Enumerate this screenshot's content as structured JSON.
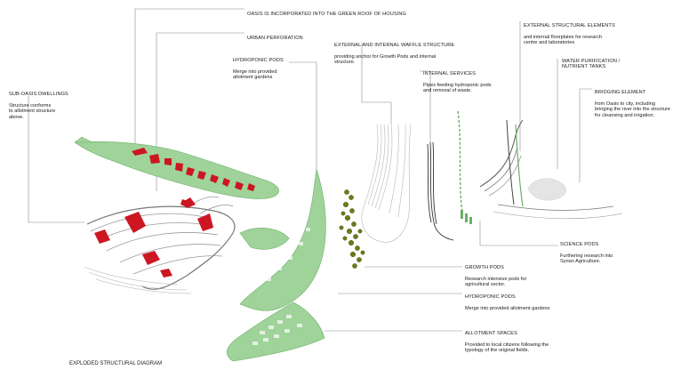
{
  "title": "EXPLODED STRUCTURAL DIAGRAM",
  "colors": {
    "background": "#ffffff",
    "roof_green": "#9fd39a",
    "roof_green_dark": "#6cae68",
    "perforation_red": "#cc1622",
    "structure_grey": "#8a8a8a",
    "waffle_grey": "#c8c8c8",
    "pod_olive": "#6e7a16",
    "leader_line": "#8c8c8c"
  },
  "labels": {
    "oasis_roof": {
      "heading": "OASIS IS INCORPORATED INTO THE GREEN ROOF OF HOUSING",
      "body": ""
    },
    "urban_perforation": {
      "heading": "URBAN PERFORATION",
      "body": ""
    },
    "hydroponic_top": {
      "heading": "HYDROPONIC PODS",
      "body": "Merge into provided\nallotment gardens"
    },
    "sub_oasis": {
      "heading": "SUB-OASIS DWELLINGS",
      "body": "Structure conforms\nto allotment structure\nabove."
    },
    "waffle": {
      "heading": "EXTERNAL AND INTERNAL WAFFLE STRUCTURE",
      "body": "providing anchor for Growth Pods and internal\nstructure."
    },
    "internal_services": {
      "heading": "INTERNAL SERVICES",
      "body": "Pipes feeding hydroponic pods\nand removal of waste."
    },
    "external_structural": {
      "heading": "EXTERNAL STRUCTURAL ELEMENTS",
      "body": "and internal floorplates for research\ncentre and laboratories"
    },
    "water_purification": {
      "heading": "WATER PURIFICATION /\nNUTRIENT TANKS",
      "body": ""
    },
    "bridging": {
      "heading": "BRIDGING ELEMENT",
      "body": "from Oasis to city, including\nbringing the river into the structure\nfor cleansing and irrigation."
    },
    "science_pods": {
      "heading": "SCIENCE PODS",
      "body": "Furthering research into\nSyrian Agriculture."
    },
    "growth_pods": {
      "heading": "GROWTH PODS",
      "body": "Research intensive pods for\nagricultural sector."
    },
    "hydroponic_bottom": {
      "heading": "HYDROPONIC PODS",
      "body": "Merge into provided allotment gardens"
    },
    "allotment": {
      "heading": "ALLOTMENT SPACES",
      "body": "Provided to local citizens following the\ntypology of the original fields."
    }
  }
}
